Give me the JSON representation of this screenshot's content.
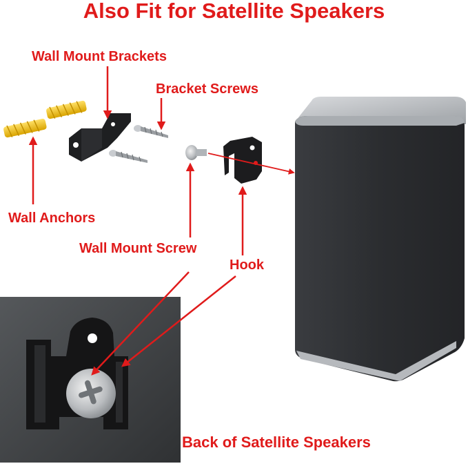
{
  "title": "Also Fit for Satellite Speakers",
  "labels": {
    "wall_mount_brackets": "Wall Mount Brackets",
    "bracket_screws": "Bracket Screws",
    "wall_anchors": "Wall Anchors",
    "wall_mount_screw": "Wall Mount Screw",
    "hook": "Hook",
    "back_of_speakers": "Back of Satellite Speakers"
  },
  "colors": {
    "label_red": "#e01b1b",
    "anchor_yellow": "#f2c21b",
    "speaker_body": "#2c2e31",
    "speaker_top": "#bcbfc3",
    "inset_bg": "#444649",
    "bracket_black": "#1c1c1e"
  }
}
